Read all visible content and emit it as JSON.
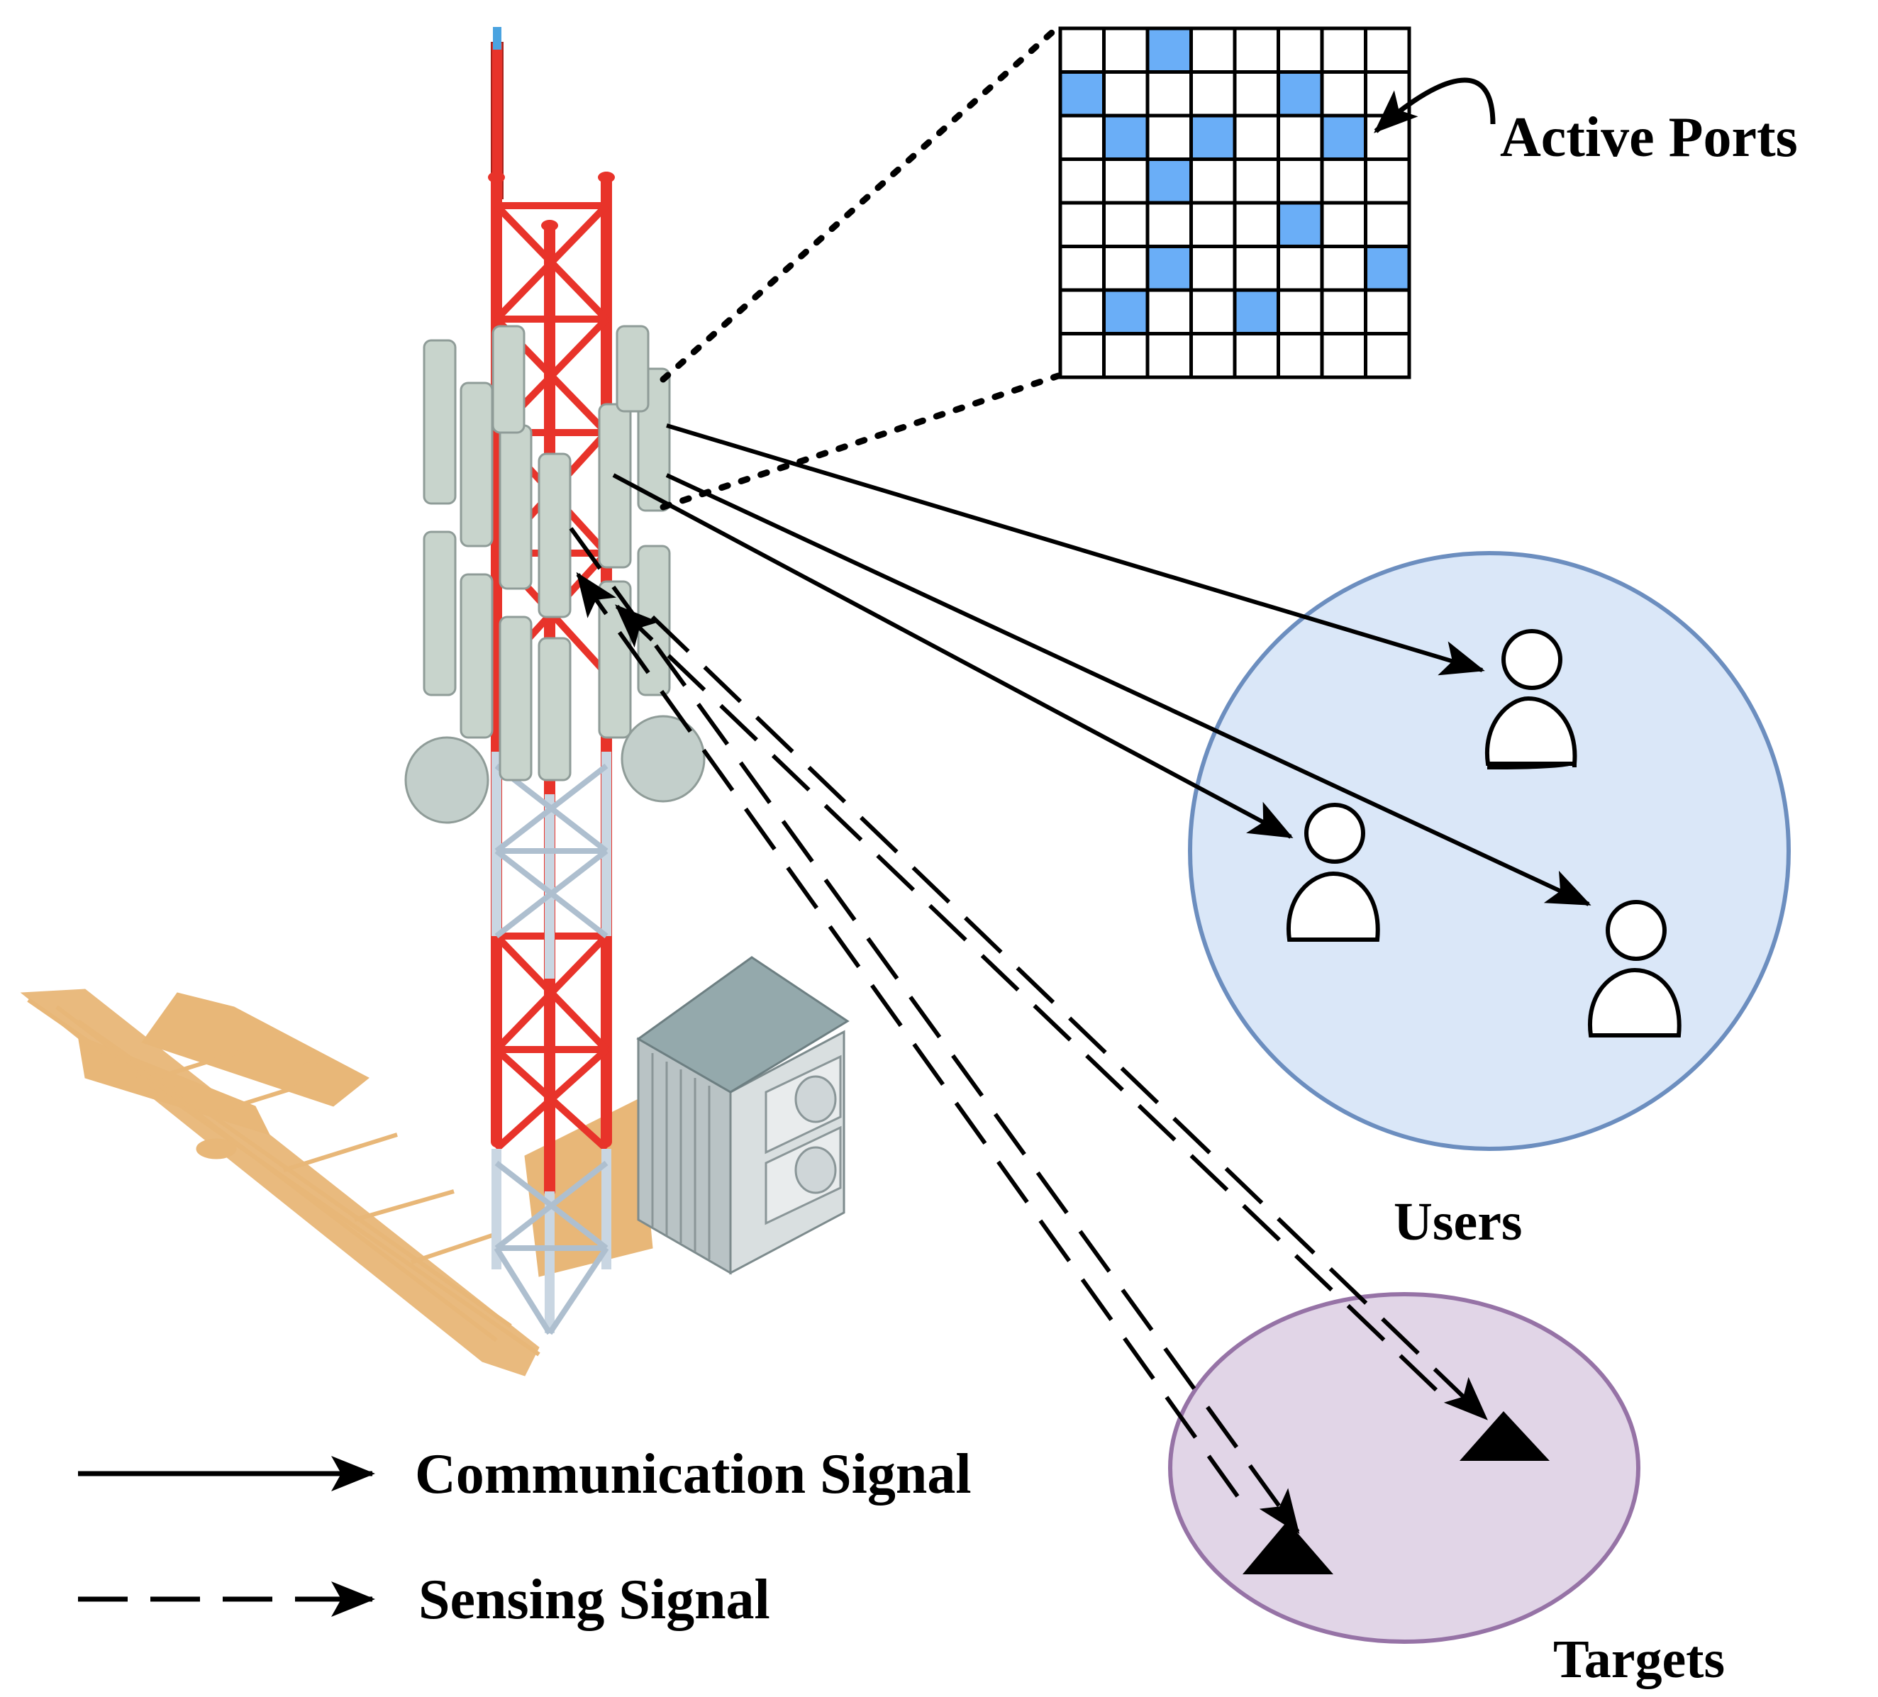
{
  "labels": {
    "active_ports": "Active Ports",
    "users": "Users",
    "targets": "Targets"
  },
  "legend": {
    "communication": "Communication Signal",
    "sensing": "Sensing Signal"
  },
  "port_grid": {
    "rows": 8,
    "cols": 8,
    "active": [
      [
        0,
        2
      ],
      [
        1,
        0
      ],
      [
        1,
        5
      ],
      [
        2,
        1
      ],
      [
        2,
        3
      ],
      [
        2,
        6
      ],
      [
        3,
        2
      ],
      [
        4,
        5
      ],
      [
        5,
        2
      ],
      [
        5,
        7
      ],
      [
        6,
        1
      ],
      [
        6,
        4
      ]
    ]
  },
  "colors": {
    "active_port": "#6aaef7",
    "users_fill": "#dae7f8",
    "users_stroke": "#6c8ebf",
    "targets_fill": "#e1d5e7",
    "targets_stroke": "#9673a6",
    "tower_red": "#e8332a",
    "tower_steel": "#c9d6e2",
    "panel": "#c8d4cc",
    "cabinet": "#94a9ac",
    "shadow": "#e8b778"
  },
  "icons": {
    "user": "user-icon",
    "target": "target-triangle-icon",
    "tower": "cell-tower-icon"
  }
}
